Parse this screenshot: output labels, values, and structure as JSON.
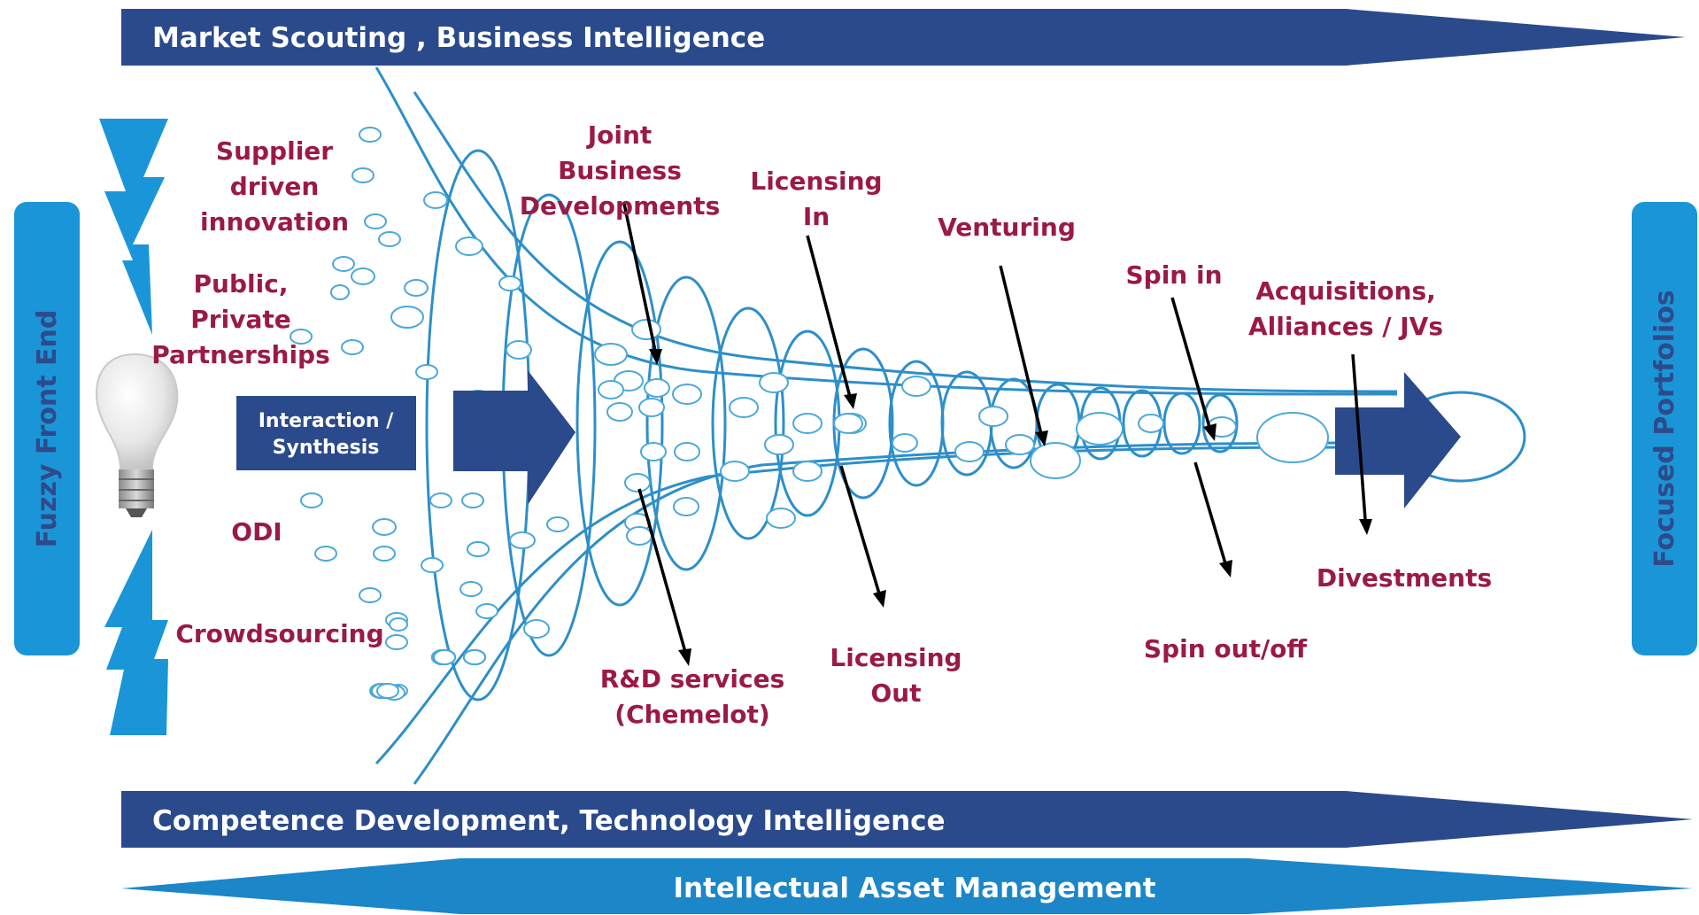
{
  "bands": {
    "top": "Market Scouting , Business Intelligence",
    "bottom": "Competence Development, Technology Intelligence",
    "bottom2": "Intellectual Asset Management"
  },
  "side": {
    "left": "Fuzzy Front End",
    "right": "Focused Portfolios"
  },
  "center_box": [
    "Interaction /",
    "Synthesis"
  ],
  "sources": {
    "supplier": [
      "Supplier",
      "driven",
      "innovation"
    ],
    "public": [
      "Public,",
      "Private",
      "Partnerships"
    ],
    "odi": "ODI",
    "crowd": "Crowdsourcing"
  },
  "modes": {
    "joint": [
      "Joint",
      "Business",
      "Developments"
    ],
    "lic_in": [
      "Licensing",
      "In"
    ],
    "venturing": "Venturing",
    "spin_in": "Spin in",
    "acq": [
      "Acquisitions,",
      "Alliances / JVs"
    ],
    "rd": [
      "R&D services",
      "(Chemelot)"
    ],
    "lic_out": [
      "Licensing",
      "Out"
    ],
    "spin_out": "Spin out/off",
    "divest": "Divestments"
  },
  "colors": {
    "band_dark": "#2b4a8c",
    "band_light": "#1b86c8",
    "side_tab": "#1a96d8",
    "label": "#9b1a43",
    "funnel": "#2d8fc9"
  },
  "icons": [
    "lightbulb-icon",
    "lightning-bolt-icon"
  ]
}
